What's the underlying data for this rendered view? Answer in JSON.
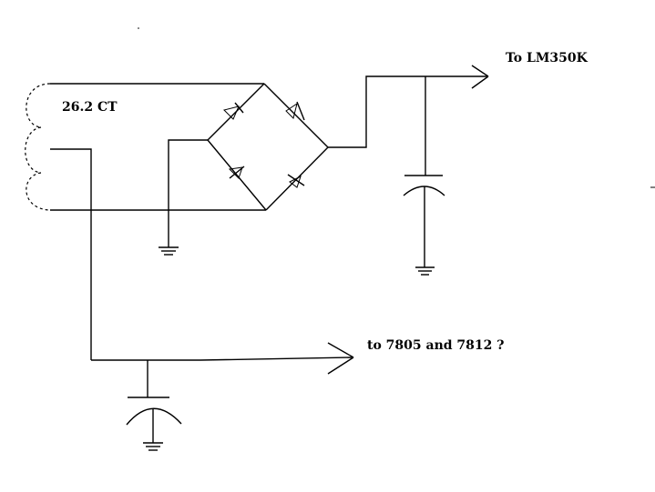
{
  "labels": {
    "transformer": "26.2 CT",
    "output_top": "To LM350K",
    "output_bottom": "to 7805 and 7812 ?"
  },
  "colors": {
    "background": "#ffffff",
    "ink": "#000000"
  }
}
